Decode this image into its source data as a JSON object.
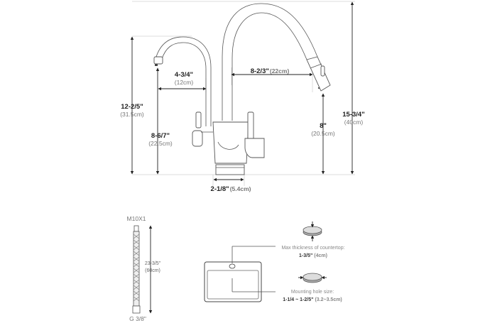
{
  "faucet": {
    "spout_reach": {
      "imperial": "8-2/3\"",
      "metric": "(22cm)"
    },
    "filter_reach": {
      "imperial": "4-3/4\"",
      "metric": "(12cm)"
    },
    "total_height": {
      "imperial": "15-3/4\"",
      "metric": "(40cm)"
    },
    "filter_height": {
      "imperial": "12-2/5\"",
      "metric": "(31.5cm)"
    },
    "filter_outlet_height": {
      "imperial": "8-6/7\"",
      "metric": "(22.5cm)"
    },
    "spout_outlet_height": {
      "imperial": "8\"",
      "metric": "(20.5cm)"
    },
    "base_diameter": {
      "imperial": "2-1/8\"",
      "metric": "(5.4cm)"
    }
  },
  "hose": {
    "top_thread": "M10X1",
    "bottom_thread": "G 3/8\"",
    "length": {
      "imperial": "23-3/5\"",
      "metric": "(60cm)"
    }
  },
  "installation": {
    "countertop_label": "Max thickness of countertop:",
    "countertop_imperial": "1-3/5\"",
    "countertop_metric": "(4cm)",
    "hole_label": "Mounting hole size:",
    "hole_imperial": "1-1/4 ~ 1-2/5\"",
    "hole_metric": "(3.2~3.5cm)"
  }
}
